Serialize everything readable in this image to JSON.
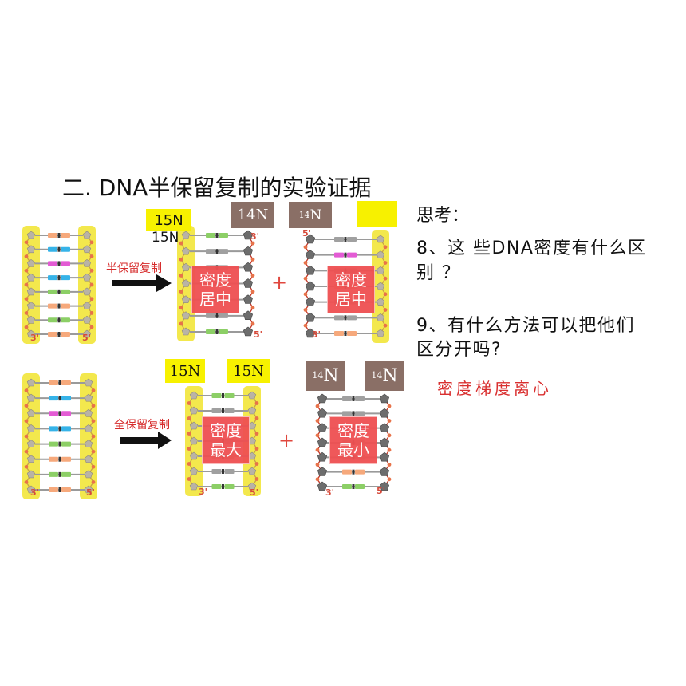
{
  "title": "二. DNA半保留复制的实验证据",
  "thinking": {
    "heading": "思考：",
    "q8": [
      "8、这 些DNA密度有什么区",
      "别 ？"
    ],
    "q9": [
      "9、有什么方法可以把他们",
      "区分开吗?"
    ],
    "answer": "密度梯度离心"
  },
  "semi_conservative": {
    "arrow_label": "半保留复制",
    "isotope_box_1": "15N",
    "isotope_plain_1": "15N",
    "isotope_box_2": "14N",
    "isotope_box_3": {
      "sup": "14",
      "base": "N"
    },
    "density_1": [
      "密度",
      "居中"
    ],
    "density_2": [
      "密度",
      "居中"
    ],
    "plus": "+"
  },
  "conservative": {
    "arrow_label": "全保留复制",
    "isotope_box_1": "15N",
    "isotope_box_2": "15N",
    "isotope_box_3": {
      "sup": "14",
      "base": "N"
    },
    "isotope_box_4": {
      "sup": "14",
      "base": "N"
    },
    "density_1": [
      "密度",
      "最大"
    ],
    "density_2": [
      "密度",
      "最小"
    ],
    "plus": "+"
  },
  "ladders": [
    {
      "ends": [
        "3'",
        "5'"
      ],
      "strands": [
        "#f2e53a",
        "#f2e53a"
      ],
      "rungs": [
        "#f6a97c",
        "#36b3e8",
        "#e35bd4",
        "#36b3e8",
        "#8ccf66",
        "#f6a97c",
        "#8ccf66",
        "#f6a97c"
      ]
    },
    {
      "ends": [
        "3'",
        "5'"
      ],
      "strands": [
        "#f2e53a",
        "#6d6d6d"
      ],
      "rungs": [
        "#8ccf66",
        "#a0a0a0",
        "#a0a0a0",
        "#f6a97c",
        "#a0a0a0",
        "#a0a0a0",
        "#8ccf66"
      ]
    },
    {
      "ends": [
        "5'",
        "3'"
      ],
      "strands": [
        "#6d6d6d",
        "#f2e53a"
      ],
      "rungs": [
        "#a0a0a0",
        "#e35bd4",
        "#a0a0a0",
        "#f6a97c",
        "#a0a0a0",
        "#a0a0a0",
        "#f6a97c"
      ]
    },
    {
      "ends": [
        "3'",
        "5'"
      ],
      "strands": [
        "#f2e53a",
        "#f2e53a"
      ],
      "rungs": [
        "#f6a97c",
        "#36b3e8",
        "#e35bd4",
        "#36b3e8",
        "#8ccf66",
        "#f6a97c",
        "#8ccf66",
        "#f6a97c"
      ]
    },
    {
      "ends": [
        "3'",
        "5'"
      ],
      "strands": [
        "#f2e53a",
        "#f2e53a"
      ],
      "rungs": [
        "#8ccf66",
        "#a0a0a0",
        "#e35bd4",
        "#a0a0a0",
        "#a0a0a0",
        "#a0a0a0",
        "#8ccf66"
      ]
    },
    {
      "ends": [
        "3'",
        "5'"
      ],
      "strands": [
        "#6d6d6d",
        "#6d6d6d"
      ],
      "rungs": [
        "#a0a0a0",
        "#a0a0a0",
        "#e35bd4",
        "#a0a0a0",
        "#a0a0a0",
        "#f6a97c",
        "#8ccf66"
      ]
    }
  ],
  "palette": {
    "band": "#f2e53a",
    "band_line": "#c9a04a",
    "chain_line": "#c0392b",
    "sugar_light": "#b9b3a6",
    "phosphate": "#e8734a",
    "rung_line": "#9a9a9a",
    "bond": "#333333",
    "density_box": "#ef5052",
    "isotope_yellow": "#f7f100",
    "isotope_brown": "#8a6f66",
    "accent_red": "#d92f2f"
  }
}
